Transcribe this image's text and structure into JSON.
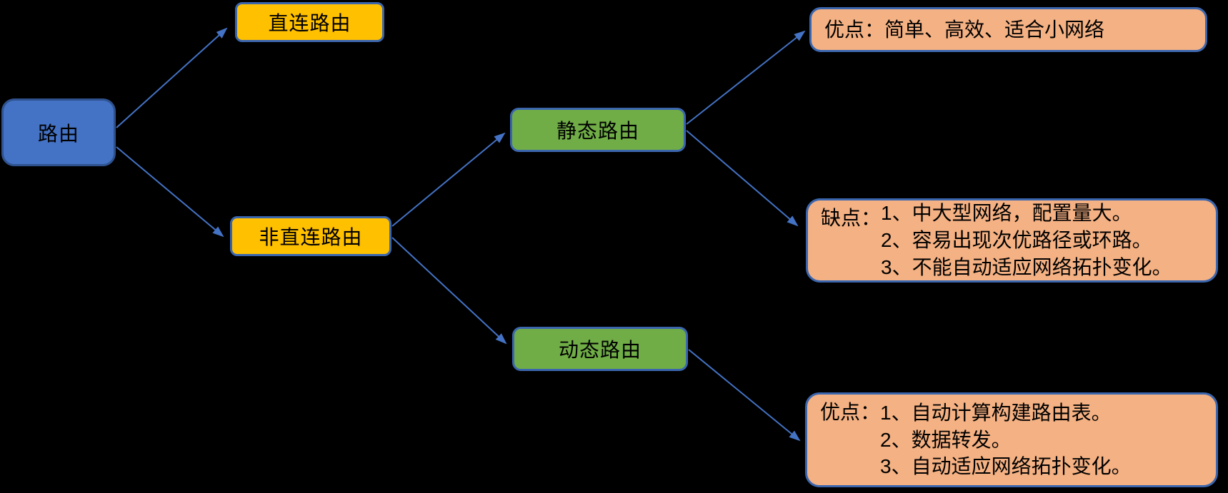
{
  "nodes": {
    "route": {
      "label": "路由"
    },
    "direct_route": {
      "label": "直连路由"
    },
    "indirect_route": {
      "label": "非直连路由"
    },
    "static_route": {
      "label": "静态路由"
    },
    "dynamic_route": {
      "label": "动态路由"
    }
  },
  "notes": {
    "static_pros": {
      "label": "优点：",
      "items": [
        "简单、高效、适合小网络"
      ]
    },
    "static_cons": {
      "label": "缺点：",
      "items": [
        "1、中大型网络，配置量大。",
        "2、容易出现次优路径或环路。",
        "3、不能自动适应网络拓扑变化。"
      ]
    },
    "dynamic_pros": {
      "label": "优点：",
      "items": [
        "1、自动计算构建路由表。",
        "2、数据转发。",
        "3、自动适应网络拓扑变化。"
      ]
    }
  },
  "edges": [
    {
      "from": "route",
      "to": "direct_route"
    },
    {
      "from": "route",
      "to": "indirect_route"
    },
    {
      "from": "indirect_route",
      "to": "static_route"
    },
    {
      "from": "indirect_route",
      "to": "dynamic_route"
    },
    {
      "from": "static_route",
      "to": "static_pros"
    },
    {
      "from": "static_route",
      "to": "static_cons"
    },
    {
      "from": "dynamic_route",
      "to": "dynamic_pros"
    }
  ],
  "colors": {
    "bg": "#000000",
    "node-blue": "#4472C4",
    "node-blue-border": "#2F528F",
    "node-yellow": "#FFC000",
    "node-green": "#70AD47",
    "note-orange": "#F4B183",
    "box-border": "#3B66AE",
    "arrow": "#4472C4"
  }
}
